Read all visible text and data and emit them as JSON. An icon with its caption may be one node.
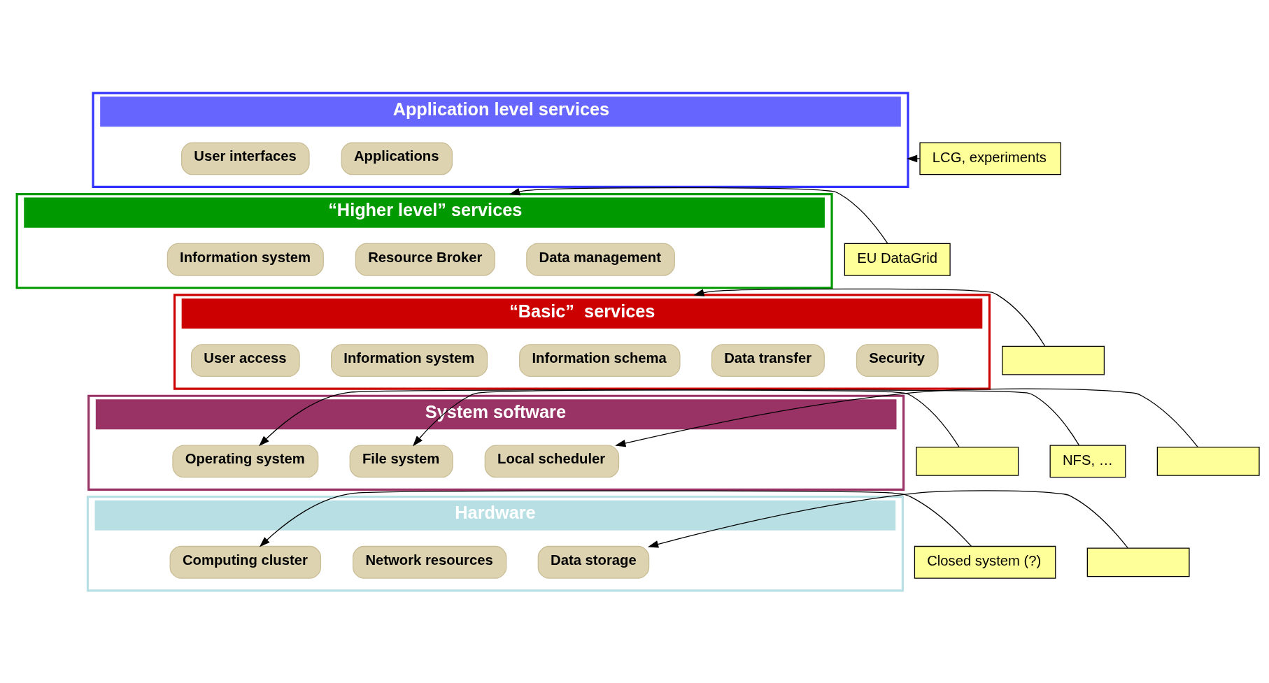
{
  "diagram": {
    "nodes": [
      {
        "text": [
          "Application level services"
        ]
      },
      {
        "text": [
          "User interfaces"
        ],
        "in": 0
      },
      {
        "text": [
          "Applications"
        ],
        "in": 0
      },
      {
        "text": [
          "“Higher level” services"
        ]
      },
      {
        "text": [
          "Information system"
        ],
        "in": 3
      },
      {
        "text": [
          "Resource Broker"
        ],
        "in": 3
      },
      {
        "text": [
          "Data management"
        ],
        "in": 3
      },
      {
        "text": [
          "“Basic”  services"
        ]
      },
      {
        "text": [
          "User access"
        ],
        "in": 7
      },
      {
        "text": [
          "Information system"
        ],
        "in": 7
      },
      {
        "text": [
          "Information schema"
        ],
        "in": 7
      },
      {
        "text": [
          "Data transfer"
        ],
        "in": 7
      },
      {
        "text": [
          "Security"
        ],
        "in": 7
      },
      {
        "text": [
          "System software"
        ]
      },
      {
        "text": [
          "Operating system"
        ],
        "in": 13
      },
      {
        "text": [
          "File system"
        ],
        "in": 13
      },
      {
        "text": [
          "Local scheduler"
        ],
        "in": 13
      },
      {
        "text": [
          "Hardware"
        ]
      },
      {
        "text": [
          "Computing cluster"
        ],
        "in": 17
      },
      {
        "text": [
          "Network resources"
        ],
        "in": 17
      },
      {
        "text": [
          "Data storage"
        ],
        "in": 17
      },
      {
        "text": [
          "LCG, experiments"
        ]
      },
      {
        "text": [
          "EU DataGrid"
        ]
      },
      {
        "text": [],
        "shape": "box"
      },
      {
        "text": [],
        "shape": "box"
      },
      {
        "text": [
          "NFS, …"
        ]
      },
      {
        "text": [],
        "shape": "box"
      },
      {
        "text": [
          "Closed system (?)"
        ]
      },
      {
        "text": [],
        "shape": "box"
      }
    ],
    "edges": [
      {
        "from": 21,
        "to": 0,
        "arrow": "to"
      },
      {
        "from": 22,
        "to": 3,
        "arrow": "to"
      },
      {
        "from": 23,
        "to": 7,
        "arrow": "to"
      },
      {
        "from": 24,
        "to": 14,
        "arrow": "to"
      },
      {
        "from": 25,
        "to": 15,
        "arrow": "to"
      },
      {
        "from": 26,
        "to": 16,
        "arrow": "to"
      },
      {
        "from": 27,
        "to": 18,
        "arrow": "to"
      },
      {
        "from": 28,
        "to": 20,
        "arrow": "to"
      }
    ]
  }
}
